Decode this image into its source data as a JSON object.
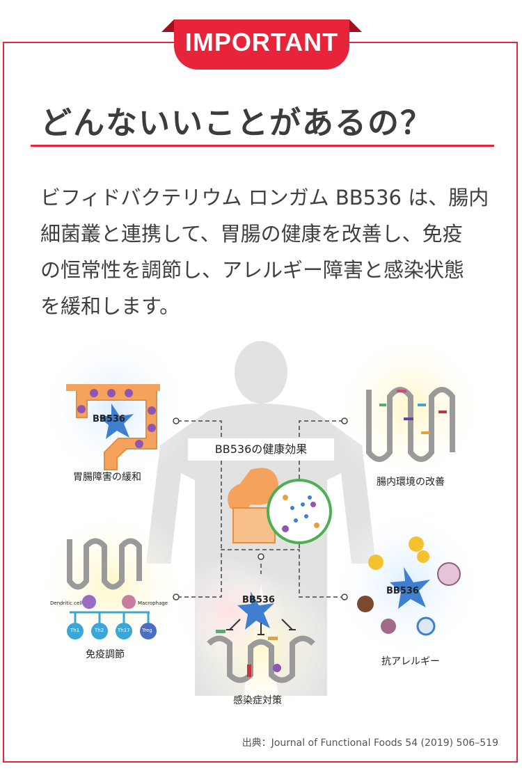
{
  "header": {
    "badge": "IMPORTANT"
  },
  "title": "どんないいことがあるの？",
  "body": {
    "lines": [
      "ビフィドバクテリウム ロンガム BB536 は、腸内",
      "細菌叢と連携して、胃腸の健康を改善し、免疫",
      "の恒常性を調節し、アレルギー障害と感染状態",
      "を緩和します。"
    ]
  },
  "diagram": {
    "center_title": "BB536の健康効果",
    "labels": {
      "top_left": "胃腸障害の緩和",
      "top_right": "腸内環境の改善",
      "mid_left": "免疫調節",
      "mid_right": "抗アレルギー",
      "bottom": "感染症対策"
    },
    "strain_tag": "BB536",
    "immune_cells": {
      "dendritic": "Dendritic cell",
      "macrophage": "Macrophage",
      "th1": "Th1",
      "th2": "Th2",
      "th17": "Th17",
      "treg": "Treg"
    },
    "colors": {
      "accent": "#e8243a",
      "bacteria": "#4a8fd6",
      "intestine": "#f0a15a",
      "silhouette": "#dcdcdc"
    }
  },
  "citation": "出典：Journal of Functional Foods 54 (2019) 506–519"
}
